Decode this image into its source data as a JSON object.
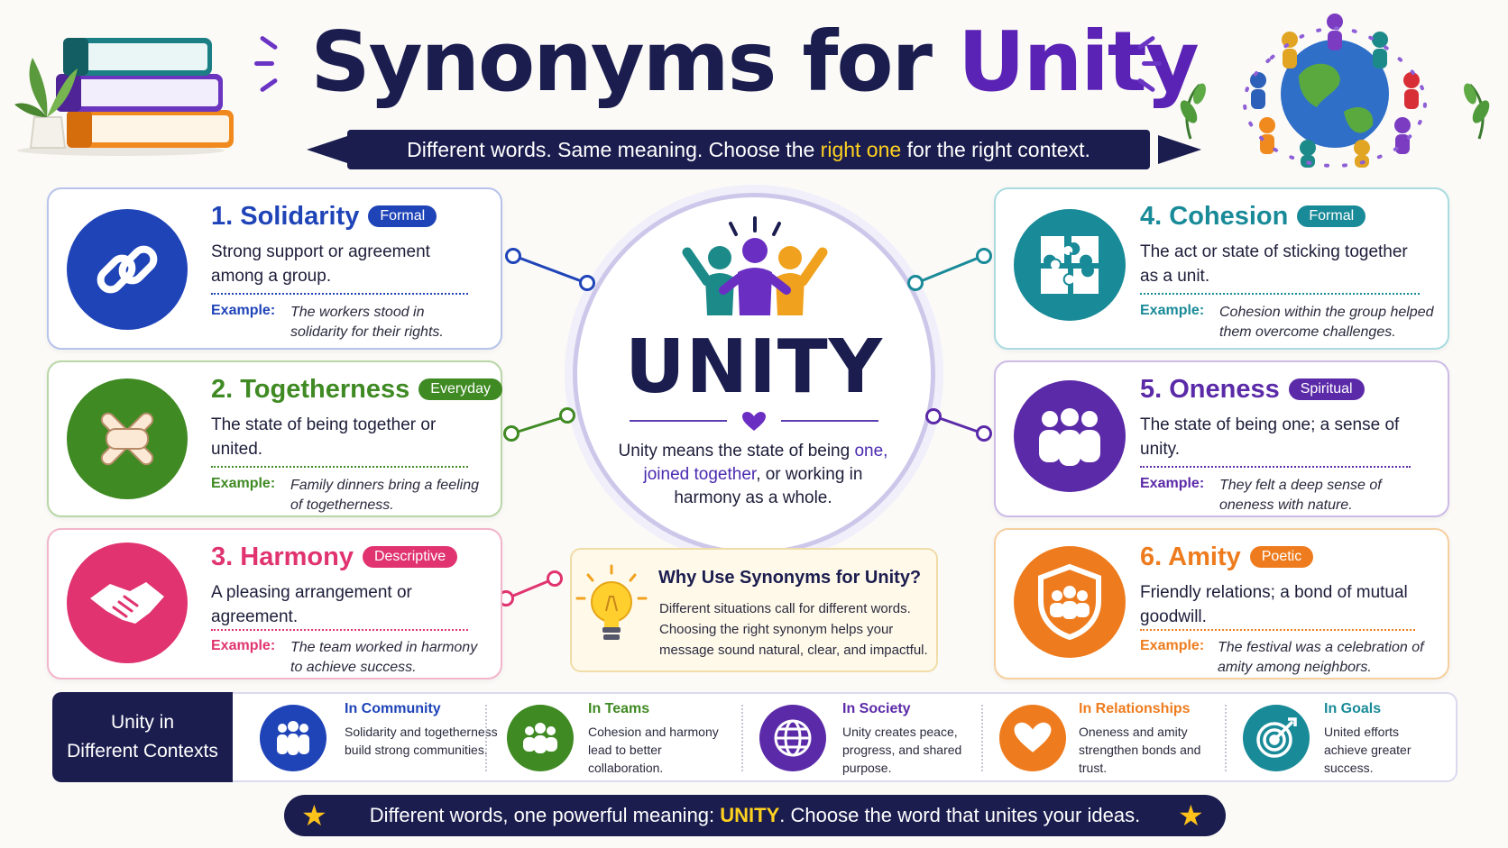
{
  "header": {
    "title_part1": "Synonyms for ",
    "title_part2": "Unity",
    "subtitle_before": "Different words. Same meaning. Choose the ",
    "subtitle_highlight": "right one",
    "subtitle_after": " for the right context."
  },
  "cards": [
    {
      "number": "1.",
      "word": "Solidarity",
      "badge": "Formal",
      "definition": "Strong support or agreement among a group.",
      "example_label": "Example:",
      "example": "The workers stood in solidarity for their rights.",
      "color": "#1f44b8",
      "icon": "chain-link-icon"
    },
    {
      "number": "2.",
      "word": "Togetherness",
      "badge": "Everyday",
      "definition": "The state of being together or united.",
      "example_label": "Example:",
      "example": "Family dinners bring a feeling of togetherness.",
      "color": "#3f8a23",
      "icon": "stacked-hands-icon"
    },
    {
      "number": "3.",
      "word": "Harmony",
      "badge": "Descriptive",
      "definition": "A pleasing arrangement or agreement.",
      "example_label": "Example:",
      "example": "The team worked in harmony to achieve success.",
      "color": "#e0336f",
      "icon": "handshake-icon"
    },
    {
      "number": "4.",
      "word": "Cohesion",
      "badge": "Formal",
      "definition": "The act or state of sticking together as a unit.",
      "example_label": "Example:",
      "example": "Cohesion within the group helped them overcome challenges.",
      "color": "#198a98",
      "icon": "puzzle-icon"
    },
    {
      "number": "5.",
      "word": "Oneness",
      "badge": "Spiritual",
      "definition": "The state of being one; a sense of unity.",
      "example_label": "Example:",
      "example": "They felt a deep sense of oneness with nature.",
      "color": "#5b2aa8",
      "icon": "people-group-icon"
    },
    {
      "number": "6.",
      "word": "Amity",
      "badge": "Poetic",
      "definition": "Friendly relations; a bond of mutual goodwill.",
      "example_label": "Example:",
      "example": "The festival was a celebration of amity among neighbors.",
      "color": "#ee7c1e",
      "icon": "shield-people-icon"
    }
  ],
  "center": {
    "word": "UNITY",
    "definition_before": "Unity means the state of being ",
    "definition_highlight": "one, joined together",
    "definition_after": ", or working in harmony as a whole."
  },
  "why": {
    "title": "Why Use Synonyms for Unity?",
    "text": "Different situations call for different words. Choosing the right synonym helps your message sound natural, clear, and impactful."
  },
  "contexts": {
    "label_line1": "Unity in",
    "label_line2": "Different Contexts",
    "items": [
      {
        "title": "In Community",
        "text": "Solidarity and togetherness build strong communities.",
        "color": "#1f44b8",
        "icon": "community-icon"
      },
      {
        "title": "In Teams",
        "text": "Cohesion and harmony lead to better collaboration.",
        "color": "#3f8a23",
        "icon": "team-icon"
      },
      {
        "title": "In Society",
        "text": "Unity creates peace, progress, and shared purpose.",
        "color": "#5b2aa8",
        "icon": "globe-icon"
      },
      {
        "title": "In Relationships",
        "text": "Oneness and amity strengthen bonds and trust.",
        "color": "#ee7c1e",
        "icon": "heart-icon"
      },
      {
        "title": "In Goals",
        "text": "United efforts achieve greater success.",
        "color": "#198a98",
        "icon": "target-icon"
      }
    ]
  },
  "footer": {
    "before": "Different words, one powerful meaning: ",
    "highlight": "UNITY",
    "after": ".  Choose the word that unites your ideas."
  }
}
